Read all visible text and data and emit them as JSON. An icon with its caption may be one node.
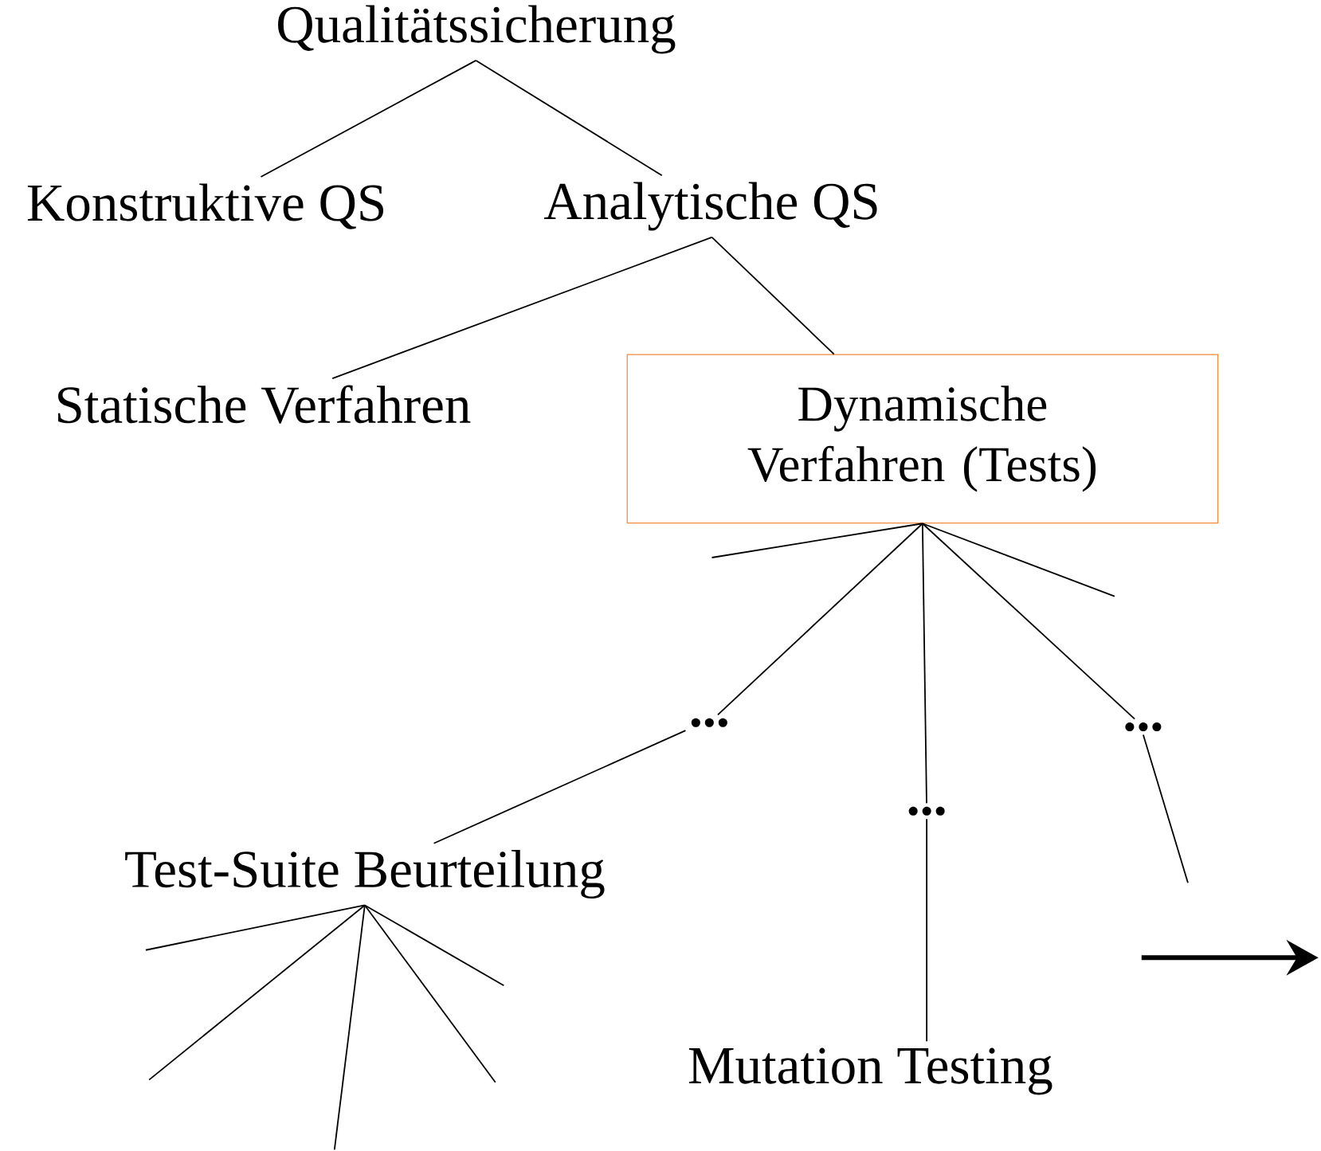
{
  "diagram": {
    "nodes": [
      {
        "text": [
          "Qualitätssicherung"
        ]
      },
      {
        "text": [
          "Konstruktive QS"
        ]
      },
      {
        "text": [
          "Analytische QS"
        ]
      },
      {
        "text": [
          "Statische Verfahren"
        ]
      },
      {
        "text": [
          "Dynamische Verfahren (Tests)"
        ]
      },
      {
        "text": [
          "..."
        ]
      },
      {
        "text": [
          "..."
        ]
      },
      {
        "text": [
          "..."
        ]
      },
      {
        "text": [
          "Test-Suite Beurteilung"
        ]
      },
      {
        "text": [
          "Mutation Testing"
        ]
      }
    ],
    "edges": [
      {
        "from": 0,
        "to": 1,
        "arrow": "none"
      },
      {
        "from": 0,
        "to": 2,
        "arrow": "none"
      },
      {
        "from": 2,
        "to": 3,
        "arrow": "none"
      },
      {
        "from": 2,
        "to": 4,
        "arrow": "none"
      },
      {
        "from": 4,
        "to": null,
        "arrow": "none"
      },
      {
        "from": 4,
        "to": 5,
        "arrow": "none"
      },
      {
        "from": 4,
        "to": 6,
        "arrow": "none"
      },
      {
        "from": 4,
        "to": 7,
        "arrow": "none"
      },
      {
        "from": 4,
        "to": null,
        "arrow": "none"
      },
      {
        "from": 5,
        "to": 8,
        "arrow": "none"
      },
      {
        "from": 6,
        "to": 9,
        "arrow": "none"
      },
      {
        "from": 7,
        "to": null,
        "arrow": "none"
      },
      {
        "from": 8,
        "to": null,
        "arrow": "none"
      },
      {
        "from": 8,
        "to": null,
        "arrow": "none"
      },
      {
        "from": 8,
        "to": null,
        "arrow": "none"
      },
      {
        "from": 8,
        "to": null,
        "arrow": "none"
      },
      {
        "from": 8,
        "to": null,
        "arrow": "none"
      }
    ]
  }
}
